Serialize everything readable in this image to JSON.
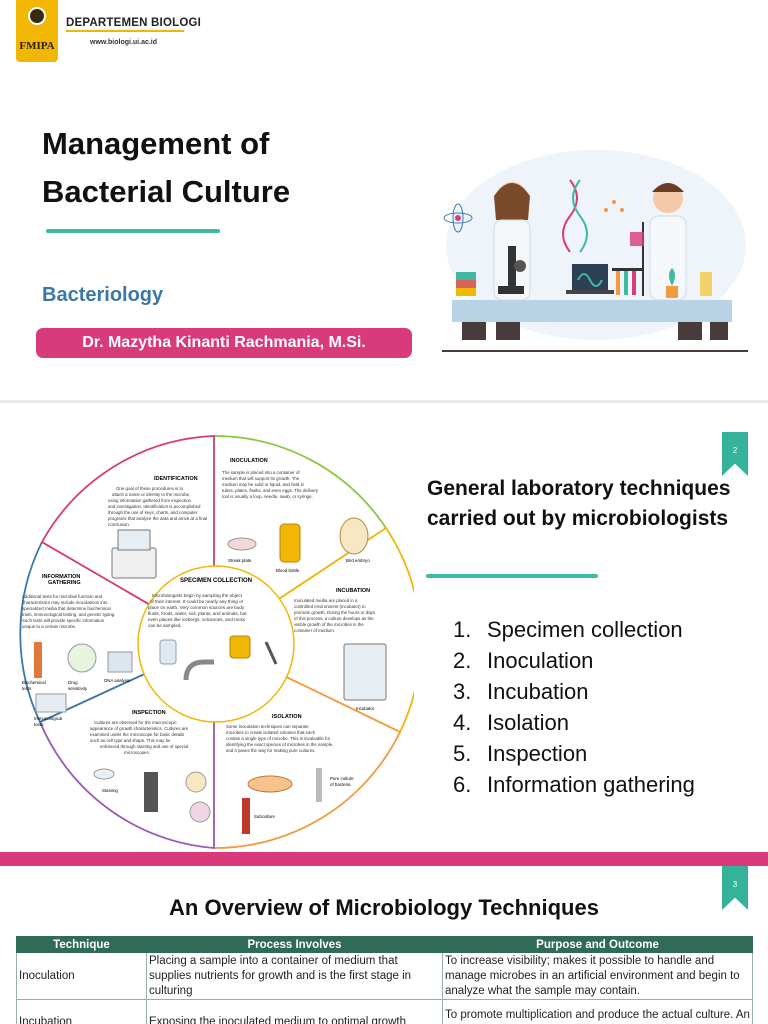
{
  "slide1": {
    "logo_sub": "FMIPA",
    "department": "DEPARTEMEN BIOLOGI",
    "url": "www.biologi.ui.ac.id",
    "title_line1": "Management of",
    "title_line2": "Bacterial Culture",
    "subject": "Bacteriology",
    "author": "Dr. Mazytha Kinanti Rachmania, M.Si."
  },
  "slide2": {
    "page_number": "2",
    "heading": "General laboratory techniques carried out by microbiologists",
    "steps": [
      {
        "num": "1.",
        "label": "Specimen collection"
      },
      {
        "num": "2.",
        "label": "Inoculation"
      },
      {
        "num": "3.",
        "label": "Incubation"
      },
      {
        "num": "4.",
        "label": "Isolation"
      },
      {
        "num": "5.",
        "label": "Inspection"
      },
      {
        "num": "6.",
        "label": "Information gathering"
      }
    ],
    "wheel": {
      "center_title": "SPECIMEN COLLECTION",
      "center_text": "Microbiologists begin by sampling the object of their interest. It could be nearly any thing or place on earth. Very common sources are body fluids, foods, water, soil, plants, and animals, but even places like icebergs, volcanoes, and rocks can be sampled.",
      "sections": {
        "identification": {
          "title": "IDENTIFICATION",
          "text": "One goal of these procedures is to attach a name or identity to the microbe, using information gathered from inspection and investigation. Identification is accomplished through the use of keys, charts, and computer programs that analyze the data and arrive at a final conclusion."
        },
        "inoculation": {
          "title": "INOCULATION",
          "text": "The sample is placed into a container of medium that will support its growth. The medium may be solid or liquid, and held in tubes, plates, flasks, and even eggs. The delivery tool is usually a loop, needle, swab, or syringe."
        },
        "incubation": {
          "title": "INCUBATION",
          "text": "Inoculated media are placed in a controlled environment (incubator) to promote growth. During the hours or days of this process, a culture develops as the visible growth of the microbes in the container of medium."
        },
        "isolation": {
          "title": "ISOLATION",
          "text": "Some inoculation techniques can separate microbes to create isolated colonies that each contain a single type of microbe. This is invaluable for identifying the exact species of microbes in the sample, and it paves the way for making pure cultures."
        },
        "inspection": {
          "title": "INSPECTION",
          "text": "Cultures are observed for the macroscopic appearance of growth characteristics. Cultures are examined under the microscope for basic details such as cell type and shape. This may be enhanced through staining and use of special microscopes."
        },
        "information_gathering": {
          "title": "INFORMATION GATHERING",
          "text": "Additional tests for microbial function and characteristics may include inoculations into specialized media that determine biochemical traits, immunological testing, and genetic typing. Such tests will provide specific information unique to a certain microbe."
        }
      },
      "labels": {
        "streak_plate": "Streak plate",
        "blood_bottle": "Blood bottle",
        "bird_embryo": "Bird embryo",
        "incubator": "Incubator",
        "pure_culture": "Pure culture of bacteria",
        "subculture": "Subculture",
        "staining": "Staining",
        "biochemical": "Biochemical tests",
        "drug_sensitivity": "Drug sensitivity",
        "dna_analysis": "DNA analysis",
        "immunological": "Immunological tests"
      }
    }
  },
  "slide3": {
    "page_number": "3",
    "heading": "An Overview of Microbiology Techniques",
    "columns": [
      "Technique",
      "Process Involves",
      "Purpose and Outcome"
    ],
    "rows": [
      {
        "technique": "Inoculation",
        "process": "Placing a sample into a container of medium that supplies nutrients for growth and is the first stage in culturing",
        "purpose": "To increase visibility; makes it possible to handle and manage microbes in an artificial environment and begin to analyze what the sample may contain."
      },
      {
        "technique": "Incubation",
        "process": "Exposing the inoculated medium to optimal growth",
        "purpose": "To promote multiplication and produce the actual culture. An increase in microbe numbers will provide"
      }
    ]
  },
  "colors": {
    "accent_teal": "#3fb8a6",
    "accent_pink": "#d83a7b",
    "subject_blue": "#3a78a8",
    "table_header": "#2f6b55",
    "logo_gold": "#f2b705"
  }
}
